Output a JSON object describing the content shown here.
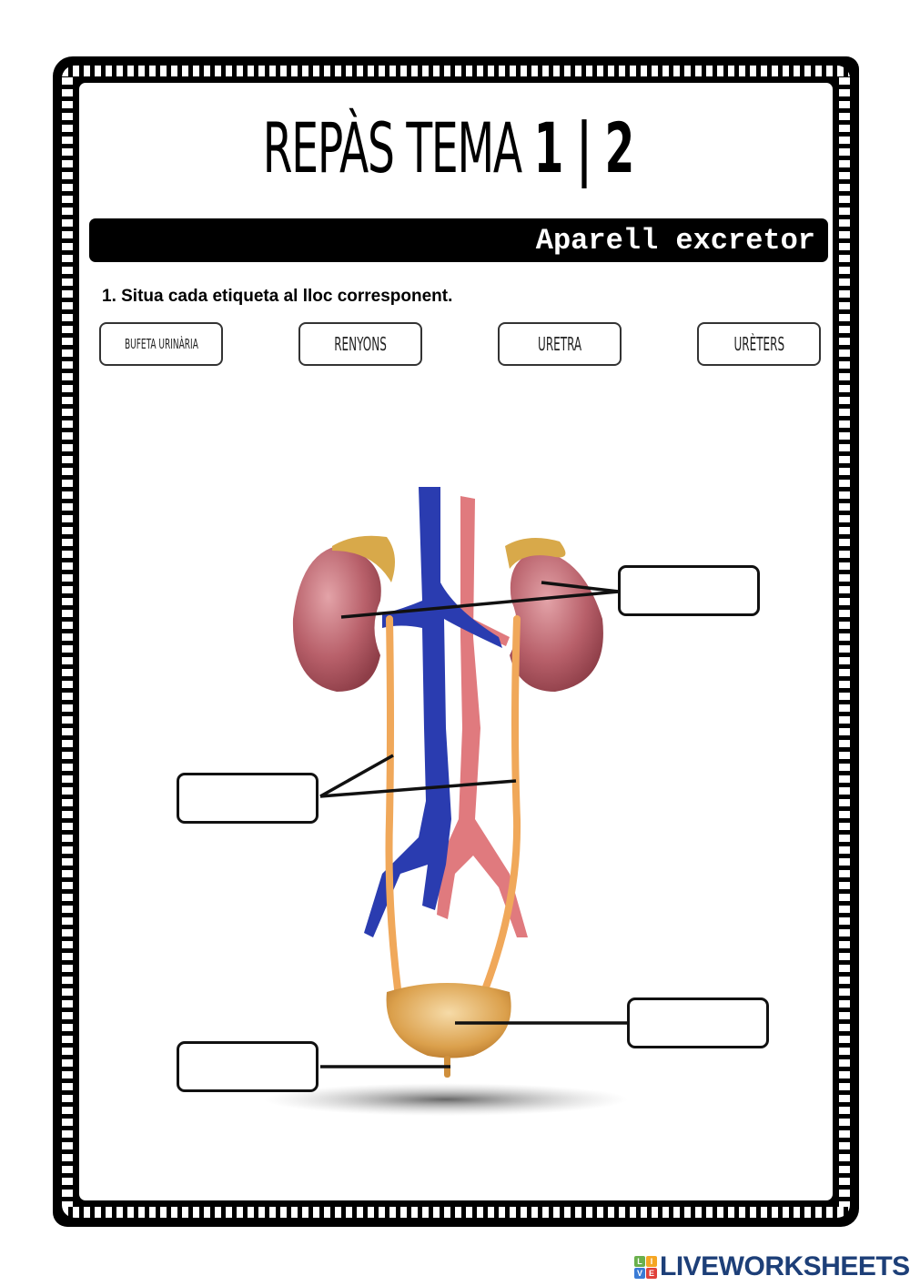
{
  "header": {
    "title_light": "REPÀS TEMA ",
    "title_bold": "1 | 2"
  },
  "section": {
    "title": "Aparell excretor"
  },
  "exercise": {
    "instruction": "1. Situa cada etiqueta al lloc corresponent.",
    "labels": [
      {
        "text": "BUFETA URINÀRIA"
      },
      {
        "text": "RENYONS"
      },
      {
        "text": "URETRA"
      },
      {
        "text": "URÈTERS"
      }
    ],
    "answer_boxes": [
      {
        "target": "kidneys",
        "value": ""
      },
      {
        "target": "ureters",
        "value": ""
      },
      {
        "target": "bladder",
        "value": ""
      },
      {
        "target": "urethra",
        "value": ""
      }
    ]
  },
  "diagram": {
    "colors": {
      "kidney": "#b8606a",
      "adrenal": "#d8a94a",
      "vein": "#2a3cb0",
      "artery": "#e07a7e",
      "ureter": "#f0a85a",
      "bladder": "#dba04c"
    }
  },
  "footer": {
    "logo_letters": [
      "L",
      "I",
      "V",
      "E"
    ],
    "logo_text": "LIVEWORKSHEETS"
  }
}
